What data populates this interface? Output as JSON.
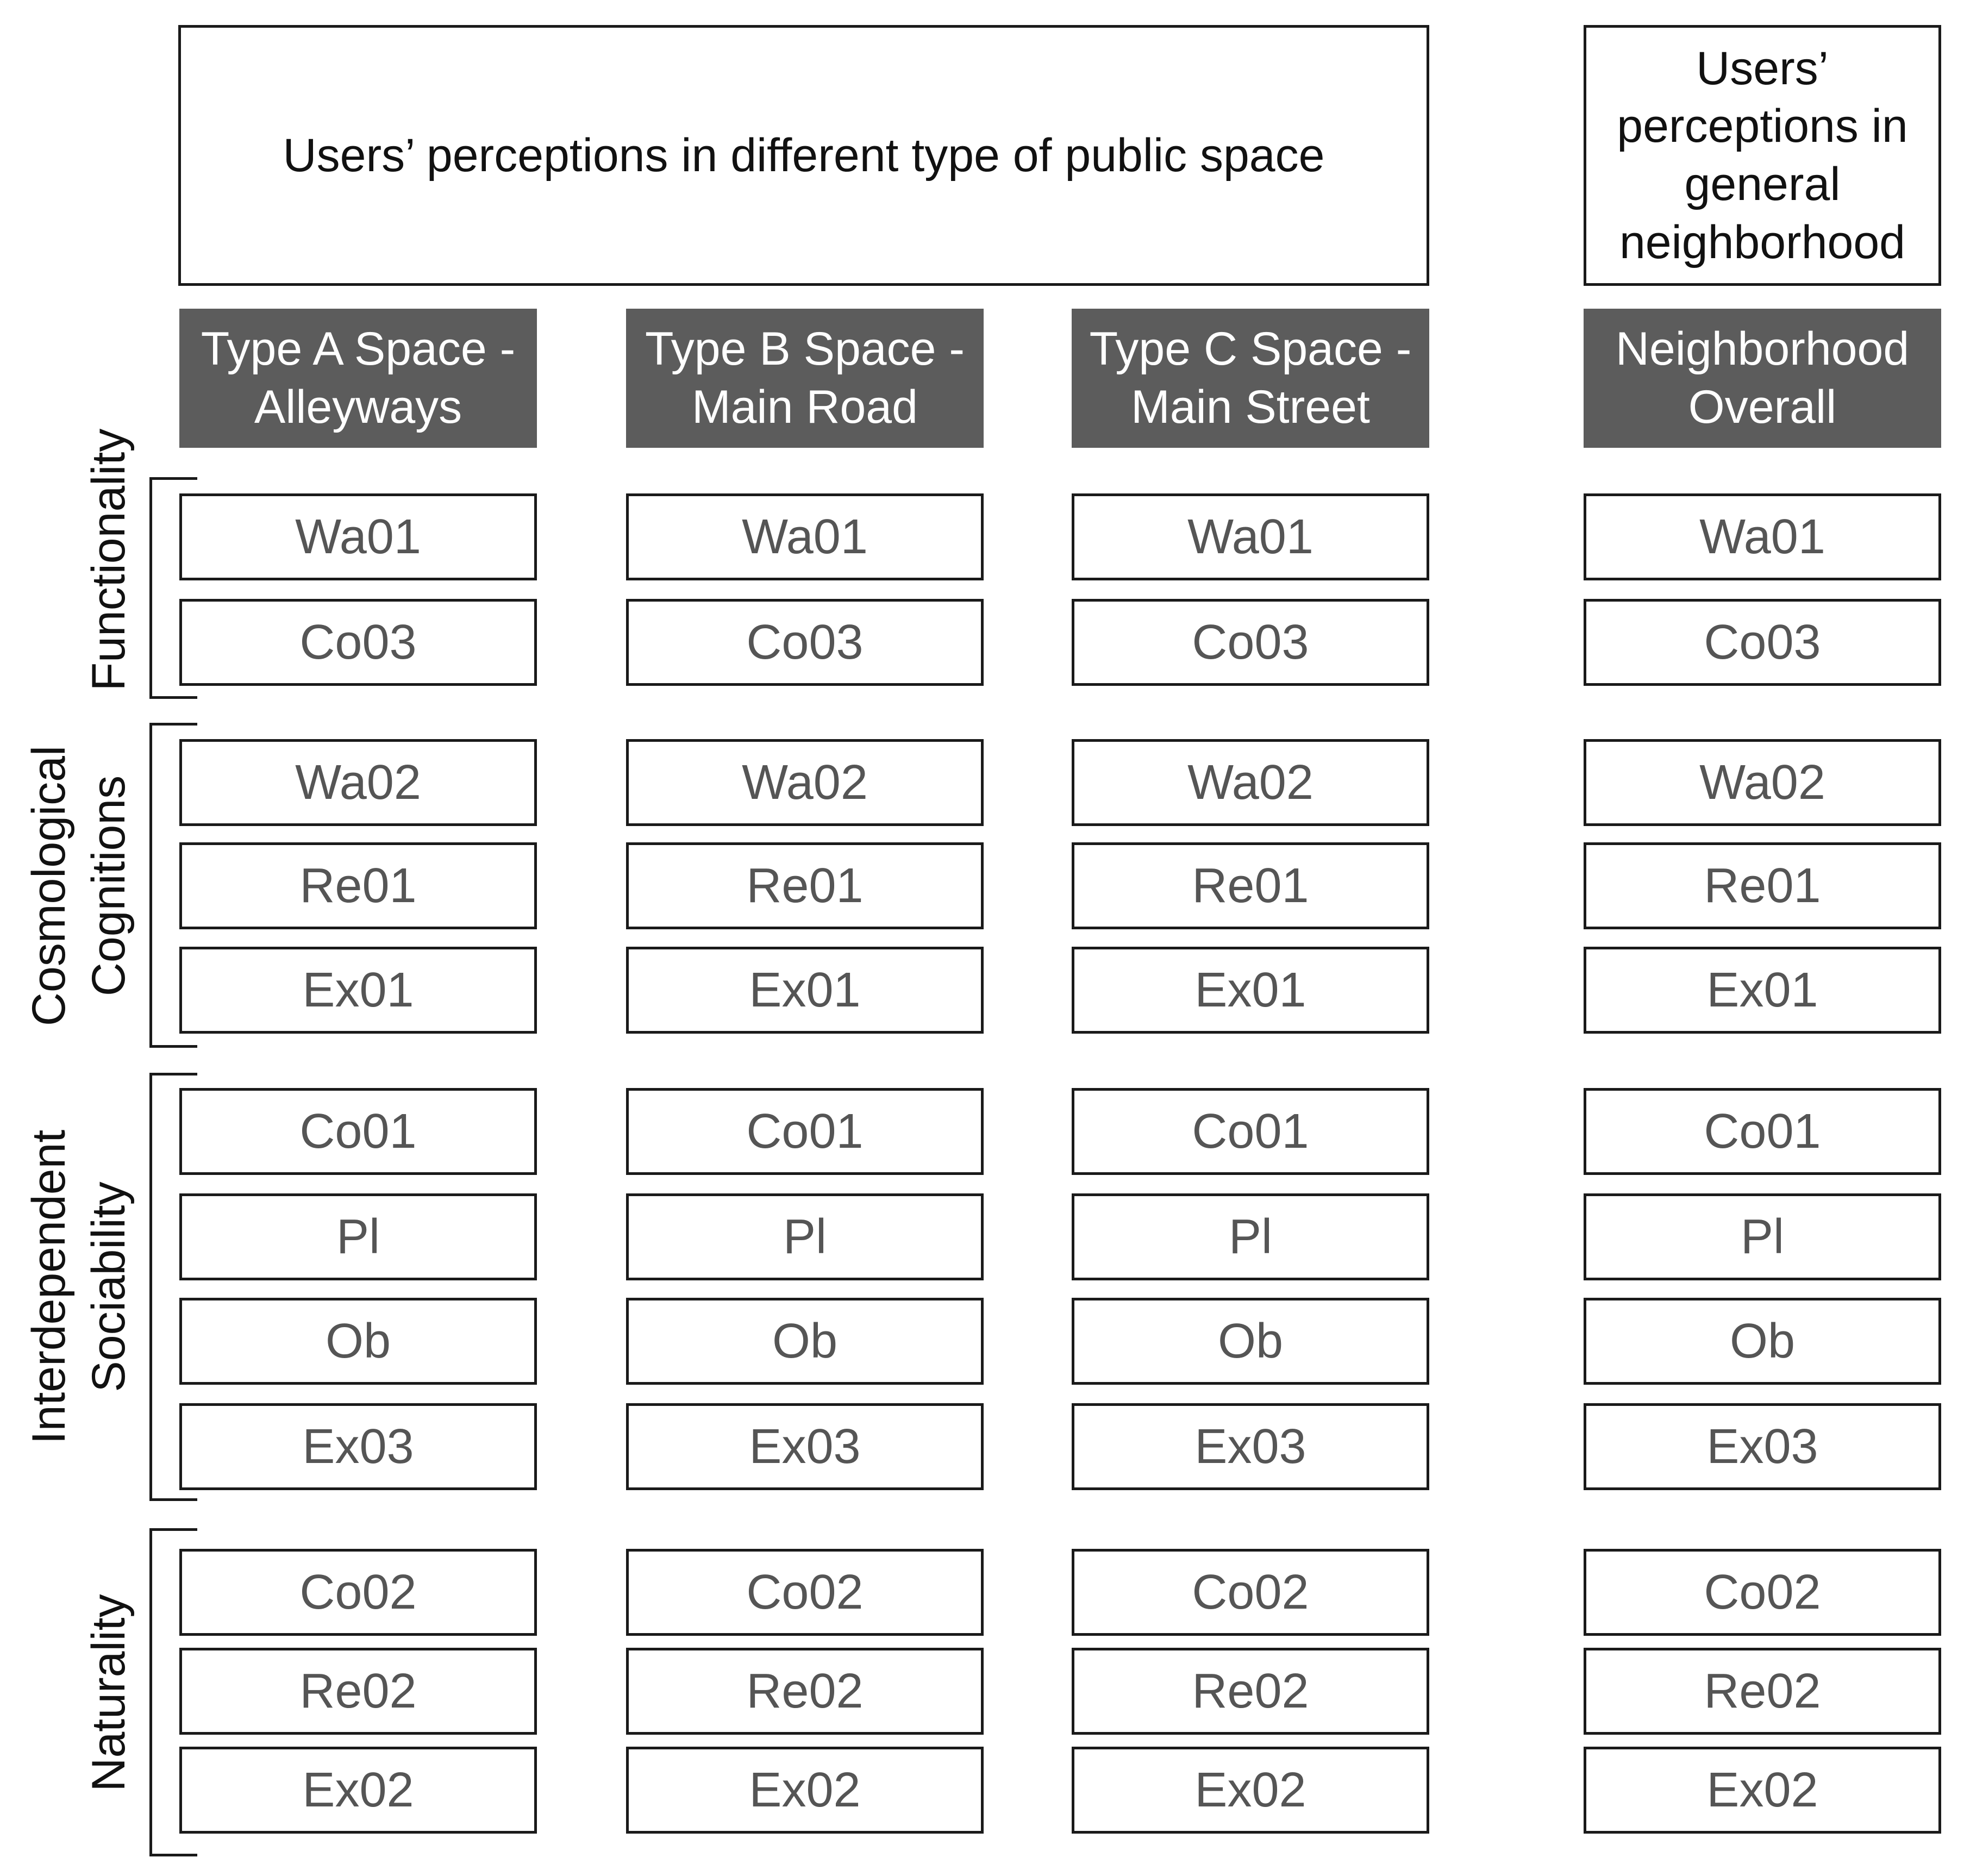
{
  "section_titles": {
    "public_space": "Users’ perceptions in different type of public space",
    "general": "Users’ perceptions in general neighborhood"
  },
  "columns": [
    {
      "id": "type-a",
      "label": "Type A Space - Alleyways"
    },
    {
      "id": "type-b",
      "label": "Type B Space - Main Road"
    },
    {
      "id": "type-c",
      "label": "Type C Space - Main Street"
    },
    {
      "id": "neighborhood",
      "label": "Neighborhood Overall"
    }
  ],
  "groups": [
    {
      "id": "functionality",
      "label_lines": [
        "Functionality"
      ],
      "items": [
        "Wa01",
        "Co03"
      ]
    },
    {
      "id": "cosmological-cognitions",
      "label_lines": [
        "Cosmological",
        "Cognitions"
      ],
      "items": [
        "Wa02",
        "Re01",
        "Ex01"
      ]
    },
    {
      "id": "interdependent-sociability",
      "label_lines": [
        "Interdependent",
        "Sociability"
      ],
      "items": [
        "Co01",
        "Pl",
        "Ob",
        "Ex03"
      ]
    },
    {
      "id": "naturality",
      "label_lines": [
        "Naturality"
      ],
      "items": [
        "Co02",
        "Re02",
        "Ex02"
      ]
    }
  ],
  "colors": {
    "header_fill": "#5c5c5c",
    "header_text": "#ffffff",
    "node_text": "#555555",
    "border": "#1a1a1a"
  }
}
